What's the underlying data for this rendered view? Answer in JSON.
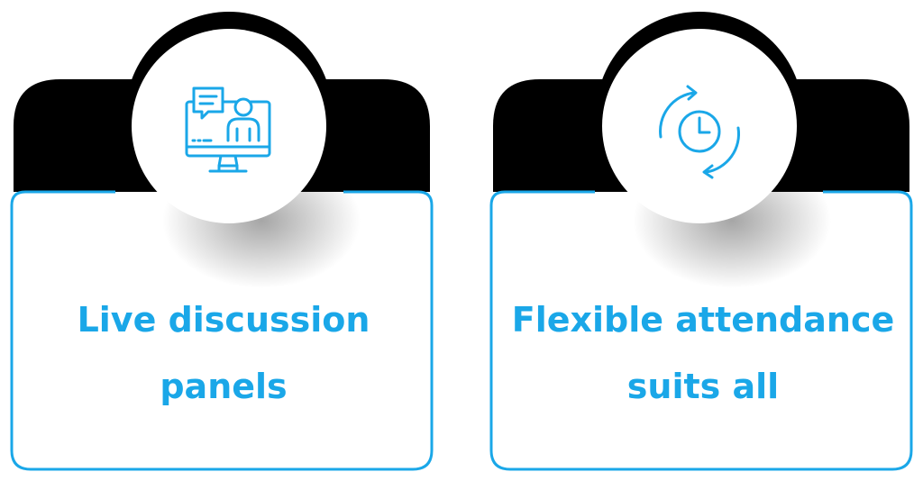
{
  "accent_color": "#1aa7e8",
  "cards": [
    {
      "icon": "video-conference-icon",
      "title_lines": [
        "Live discussion",
        "panels"
      ]
    },
    {
      "icon": "clock-refresh-icon",
      "title_lines": [
        "Flexible attendance",
        "suits all"
      ]
    }
  ]
}
